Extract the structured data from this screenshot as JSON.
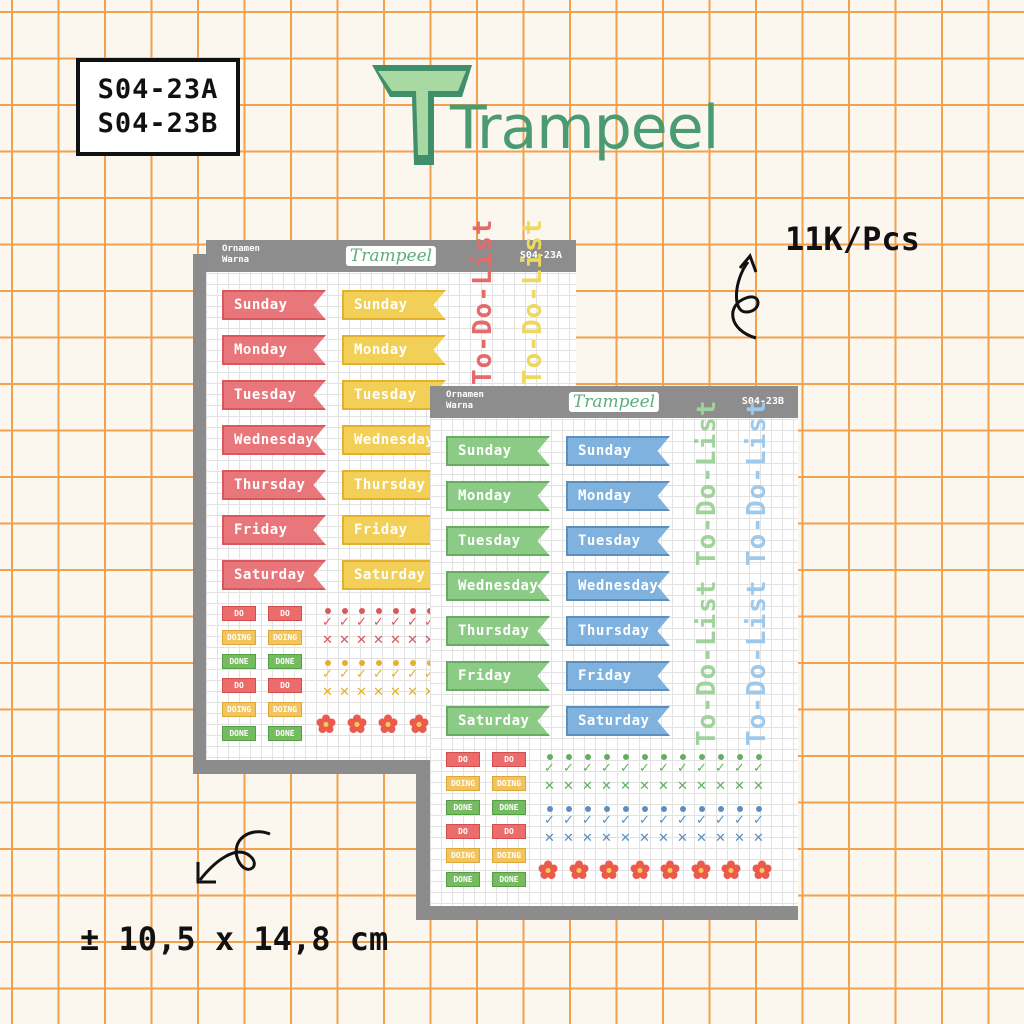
{
  "product_codes": [
    "S04-23A",
    "S04-23B"
  ],
  "brand": "Trampeel",
  "price": "11K/Pcs",
  "size": "± 10,5 x 14,8 cm",
  "sheet_a": {
    "header_left": "Ornamen\nWarna",
    "header_brand": "Trampeel",
    "header_code": "S04-23A",
    "days": [
      "Sunday",
      "Monday",
      "Tuesday",
      "Wednesday",
      "Thursday",
      "Friday",
      "Saturday"
    ],
    "todo": "To-Do-List",
    "tags": [
      "DO",
      "DOING",
      "DONE",
      "DO",
      "DOING",
      "DONE"
    ],
    "colors": {
      "col1": "#e8767a",
      "col1_border": "#d8585e",
      "col2": "#f2cf56",
      "col2_border": "#e3b12f",
      "todo1": "#e56a6a",
      "todo2": "#ecd95e"
    }
  },
  "sheet_b": {
    "header_left": "Ornamen\nWarna",
    "header_brand": "Trampeel",
    "header_code": "S04-23B",
    "days": [
      "Sunday",
      "Monday",
      "Tuesday",
      "Wednesday",
      "Thursday",
      "Friday",
      "Saturday"
    ],
    "todo": "To-Do-List",
    "tags": [
      "DO",
      "DOING",
      "DONE",
      "DO",
      "DOING",
      "DONE"
    ],
    "colors": {
      "col1": "#8ccb86",
      "col1_border": "#66ad63",
      "col2": "#7fb2df",
      "col2_border": "#5d8fbd",
      "todo1": "#9fd39b",
      "todo2": "#9ec9ea"
    }
  },
  "colors": {
    "grid": "#f2a24e",
    "background": "#fbf7ef",
    "ink": "#111111",
    "flower": "#ec5a4e"
  }
}
